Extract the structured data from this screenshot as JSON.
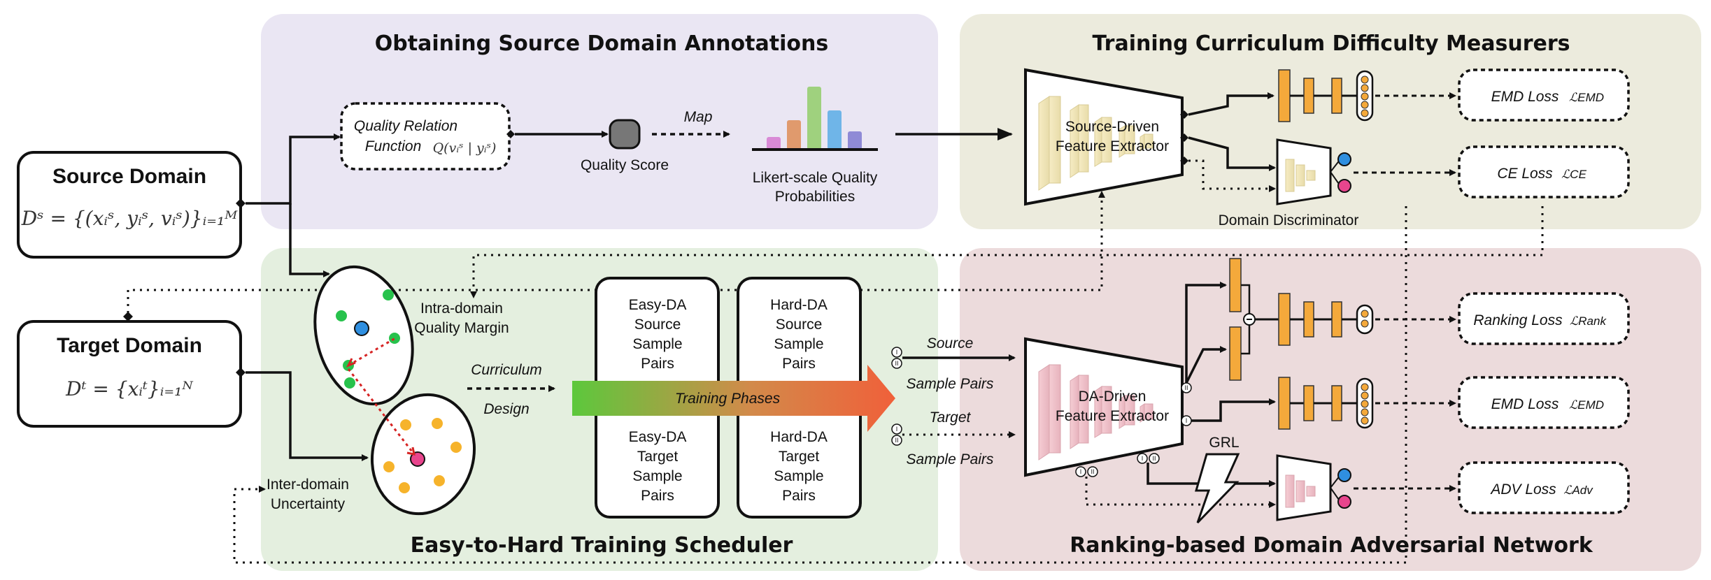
{
  "panels": {
    "source_annotations": "Obtaining Source Domain Annotations",
    "curriculum": "Training Curriculum Difficulty Measurers",
    "scheduler": "Easy-to-Hard Training Scheduler",
    "adversarial": "Ranking-based Domain Adversarial Network"
  },
  "source_domain": {
    "title": "Source Domain",
    "formula": "Dˢ = {(xᵢˢ, yᵢˢ, vᵢˢ)}ᵢ₌₁ᴹ"
  },
  "target_domain": {
    "title": "Target Domain",
    "formula": "Dᵗ = {xᵢᵗ}ᵢ₌₁ᴺ"
  },
  "quality_relation": {
    "line1": "Quality Relation",
    "line2": "Function",
    "formula": "Q(vᵢˢ | yᵢˢ)"
  },
  "quality_score": "Quality Score",
  "map_label": "Map",
  "likert": {
    "line1": "Likert-scale Quality",
    "line2": "Probabilities"
  },
  "source_extractor": {
    "line1": "Source-Driven",
    "line2": "Feature Extractor"
  },
  "da_extractor": {
    "line1": "DA-Driven",
    "line2": "Feature Extractor"
  },
  "domain_discriminator": "Domain Discriminator",
  "losses": {
    "emd_top": "EMD Loss",
    "emd_top_sym": "ℒEMD",
    "ce": "CE Loss",
    "ce_sym": "ℒCE",
    "ranking": "Ranking Loss",
    "ranking_sym": "ℒRank",
    "emd_bottom": "EMD Loss",
    "emd_bottom_sym": "ℒEMD",
    "adv": "ADV Loss",
    "adv_sym": "ℒAdv"
  },
  "intra_domain": {
    "line1": "Intra-domain",
    "line2": "Quality Margin"
  },
  "inter_domain": {
    "line1": "Inter-domain",
    "line2": "Uncertainty"
  },
  "curriculum_design": {
    "line1": "Curriculum",
    "line2": "Design"
  },
  "training_phases": "Training Phases",
  "sample_boxes": {
    "easy_source": [
      "Easy-DA",
      "Source",
      "Sample",
      "Pairs"
    ],
    "hard_source": [
      "Hard-DA",
      "Source",
      "Sample",
      "Pairs"
    ],
    "easy_target": [
      "Easy-DA",
      "Target",
      "Sample",
      "Pairs"
    ],
    "hard_target": [
      "Hard-DA",
      "Target",
      "Sample",
      "Pairs"
    ]
  },
  "source_pairs": {
    "line1": "Source",
    "line2": "Sample Pairs"
  },
  "target_pairs": {
    "line1": "Target",
    "line2": "Sample Pairs"
  },
  "grl": "GRL",
  "pair_marks": {
    "first": "I",
    "second": "II"
  },
  "colors": {
    "purple_panel": "#eae6f3",
    "tan_panel": "#ecebdd",
    "green_panel": "#e4efdf",
    "pink_panel": "#ecdbdc",
    "fc_orange": "#f4a93b",
    "dot_blue": "#2f8fe0",
    "dot_pink": "#e8458d",
    "dot_green": "#27c24c",
    "dot_orange": "#f6b32b"
  }
}
